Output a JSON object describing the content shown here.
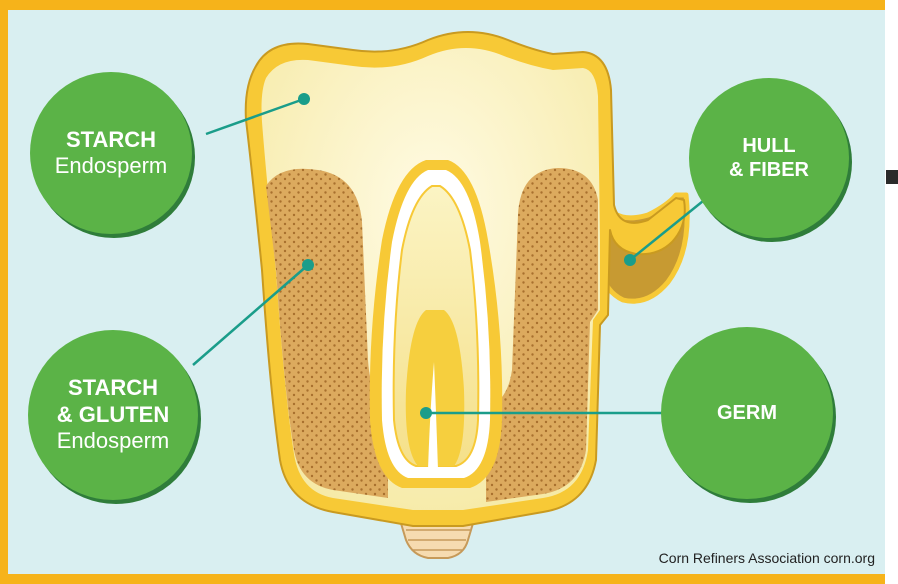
{
  "labels": {
    "starch": {
      "title": "STARCH",
      "subtitle": "Endosperm"
    },
    "starch_gluten": {
      "line1": "STARCH",
      "line2": "& GLUTEN",
      "subtitle": "Endosperm"
    },
    "hull": {
      "line1": "HULL",
      "line2": "& FIBER"
    },
    "germ": {
      "title": "GERM"
    }
  },
  "credit": "Corn Refiners Association corn.org",
  "colors": {
    "border": "#f6b31a",
    "background": "#d9eff1",
    "circle": "#5bb347",
    "circle_shadow": "#2f7d3a",
    "leader": "#1a9d8a",
    "hull": "#f7c936",
    "starch": "#fbf3c4",
    "gluten": "#d9a75a",
    "germ": "#f8d84a"
  }
}
